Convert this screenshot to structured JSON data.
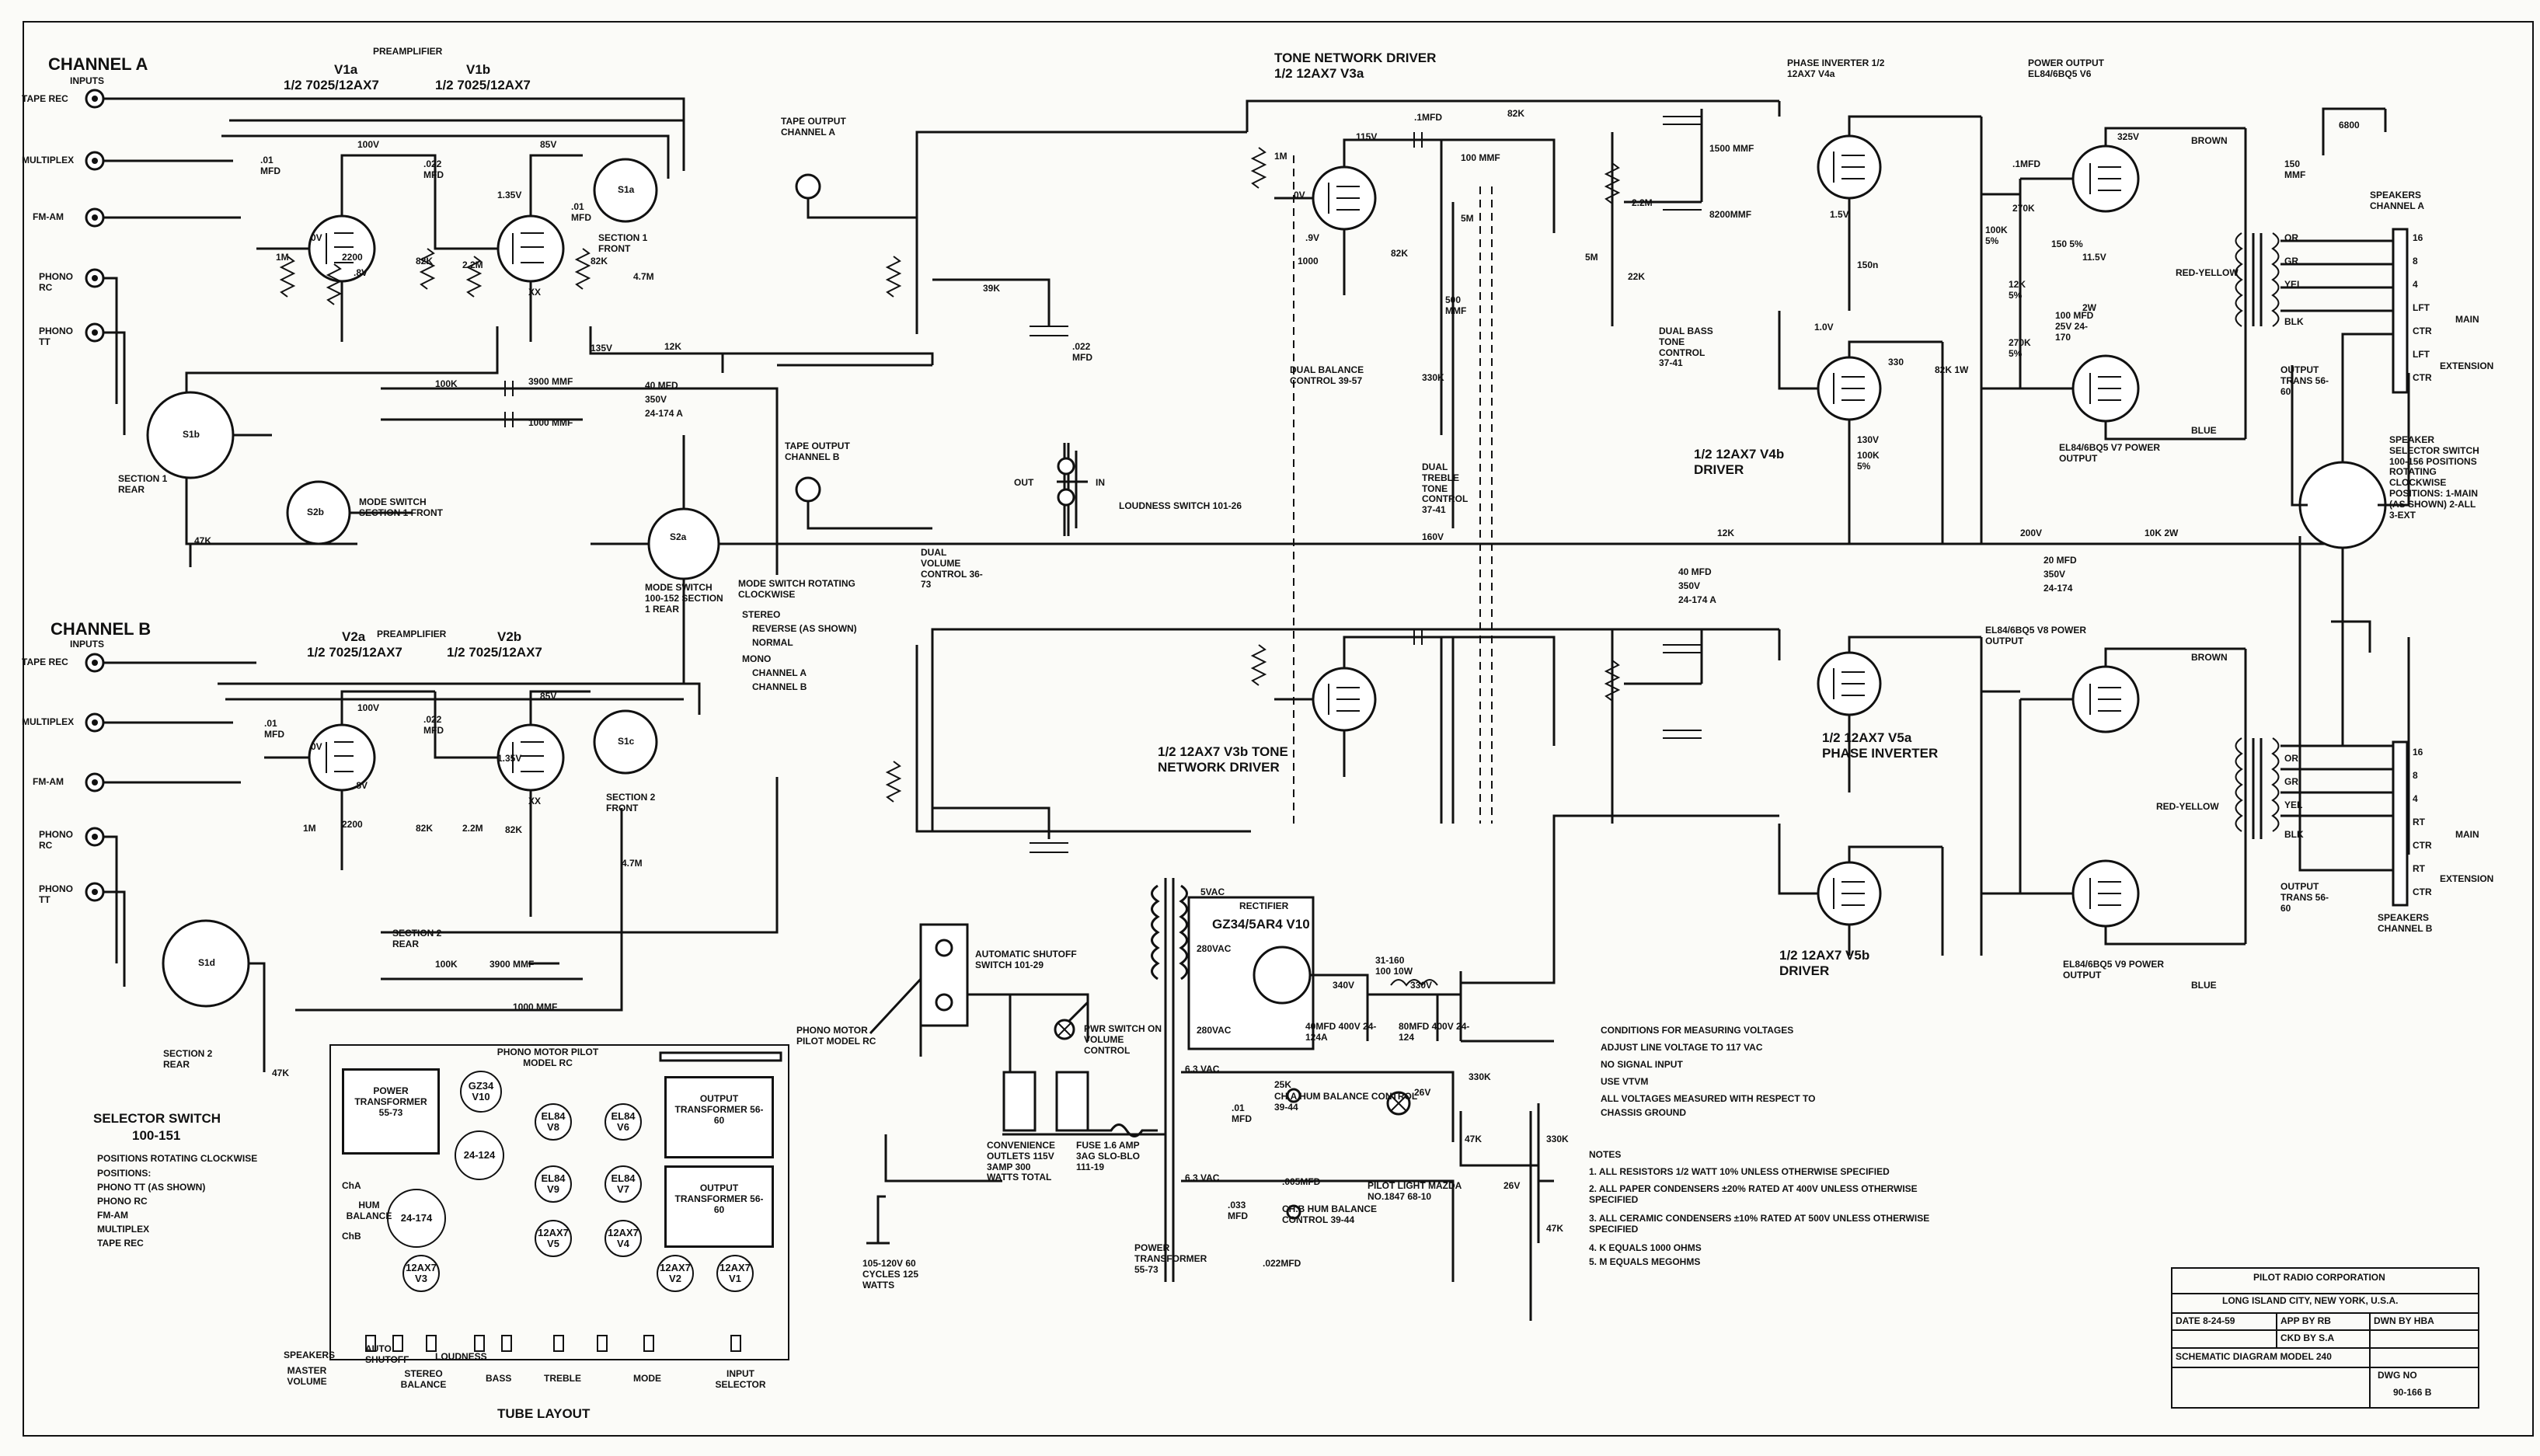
{
  "channel_a": {
    "title": "CHANNEL A",
    "inputs": "INPUTS",
    "input_labels": [
      "TAPE REC",
      "MULTIPLEX",
      "FM-AM",
      "PHONO RC",
      "PHONO TT"
    ],
    "preamp_title": "PREAMPLIFIER",
    "tube_a": "V1a",
    "tube_b": "V1b",
    "tube_a_type": "1/2 7025/12AX7",
    "tube_b_type": "1/2 7025/12AX7",
    "selector_section": "SECTION 1 REAR",
    "selector_id": "S1b",
    "mode_switch": "MODE SWITCH SECTION 1 FRONT",
    "mode_id": "S2b",
    "front_section": "SECTION 1 FRONT",
    "front_id": "S1a",
    "values": [
      "100V",
      "85V",
      ".01 MFD",
      ".022 MFD",
      "1M",
      "2200",
      "82K",
      "2.2M",
      "82K",
      "4.7M",
      "135V",
      "12K",
      "3900 MMF",
      "1000 MMF",
      "100K",
      "47K",
      "40 MFD",
      "350V",
      "24-174 A",
      ".01 MFD",
      "1.35V",
      "0V",
      ".8V",
      "XX"
    ]
  },
  "channel_b": {
    "title": "CHANNEL B",
    "inputs": "INPUTS",
    "input_labels": [
      "TAPE REC",
      "MULTIPLEX",
      "FM-AM",
      "PHONO RC",
      "PHONO TT"
    ],
    "preamp_title": "PREAMPLIFIER",
    "tube_a": "V2a",
    "tube_b": "V2b",
    "tube_a_type": "1/2 7025/12AX7",
    "tube_b_type": "1/2 7025/12AX7",
    "selector_section": "SECTION 2 REAR",
    "selector_id": "S1d",
    "front_section": "SECTION 2 FRONT",
    "front_id": "S1c",
    "rear_section": "SECTION 2 REAR",
    "values": [
      "100V",
      "85V",
      ".01 MFD",
      ".022 MFD",
      "1M",
      "2200",
      "82K",
      "2.2M",
      "82K",
      "4.7M",
      "100K",
      "3900 MMF",
      "1000 MMF",
      "47K",
      "1.35V",
      "0V",
      ".8V",
      "XX"
    ]
  },
  "tape_output_a": "TAPE OUTPUT CHANNEL A",
  "tape_output_b": "TAPE OUTPUT CHANNEL B",
  "dual_volume": "DUAL VOLUME CONTROL 36-73",
  "loudness_switch": "LOUDNESS SWITCH 101-26",
  "loudness_out": "OUT",
  "loudness_in": "IN",
  "mode_switch_block": {
    "id": "S2a",
    "label": "MODE SWITCH 100-152 SECTION 1 REAR",
    "rotation": "MODE SWITCH ROTATING CLOCKWISE",
    "positions": [
      "STEREO",
      "REVERSE (AS SHOWN)",
      "NORMAL",
      "MONO",
      "CHANNEL A",
      "CHANNEL B"
    ]
  },
  "tone_network_driver_a": "TONE NETWORK DRIVER 1/2 12AX7 V3a",
  "tone_network_driver_b": "1/2 12AX7 V3b TONE NETWORK DRIVER",
  "dual_balance": "DUAL BALANCE CONTROL 39-57",
  "dual_treble": "DUAL TREBLE TONE CONTROL 37-41",
  "dual_bass": "DUAL BASS TONE CONTROL 37-41",
  "phase_inverter_a": "PHASE INVERTER 1/2 12AX7 V4a",
  "driver_a": "1/2 12AX7 V4b DRIVER",
  "phase_inverter_b": "1/2 12AX7 V5a PHASE INVERTER",
  "driver_b": "1/2 12AX7 V5b DRIVER",
  "power_output_top": "POWER OUTPUT EL84/6BQ5 V6",
  "power_output_v7": "EL84/6BQ5 V7 POWER OUTPUT",
  "power_output_v8": "EL84/6BQ5 V8 POWER OUTPUT",
  "power_output_v9": "EL84/6BQ5 V9 POWER OUTPUT",
  "output_trans": "OUTPUT TRANS 56-60",
  "wire_colors": [
    "BROWN",
    "RED-YELLOW",
    "BLUE",
    "BLK",
    "OR",
    "GR",
    "YEL"
  ],
  "speakers_a": "SPEAKERS CHANNEL A",
  "speakers_b": "SPEAKERS CHANNEL B",
  "speaker_terminals": [
    "16",
    "8",
    "4",
    "LFT",
    "CTR",
    "LFT",
    "CTR"
  ],
  "speaker_terminals_b": [
    "16",
    "8",
    "4",
    "RT",
    "CTR",
    "RT",
    "CTR"
  ],
  "main_label": "MAIN",
  "extension_label": "EXTENSION",
  "speaker_selector": "SPEAKER SELECTOR SWITCH 100-156 POSITIONS ROTATING CLOCKWISE POSITIONS: 1-MAIN (AS SHOWN) 2-ALL 3-EXT",
  "tone_values": [
    ".1MFD",
    "100 MMF",
    "82K",
    "1500 MMF",
    "5M",
    "2.2M",
    "8200MMF",
    "22K",
    "5M",
    "500 MMF",
    "330K",
    "1M",
    "1000",
    "82K",
    "115V",
    ".9V",
    "0V",
    "39K",
    ".022 MFD",
    "200V",
    "20 MFD",
    "350V",
    "24-174",
    "10K 2W",
    "40 MFD",
    "350V",
    "24-174 A",
    "160V",
    "12K"
  ],
  "output_values": [
    ".1MFD",
    "270K",
    "100K 5%",
    "150 5%",
    "11.5V",
    "12K 5%",
    "100 MFD 25V 24-170",
    "270K 5%",
    "325V",
    "6800",
    "150 MMF",
    "130V",
    "100K 5%",
    "82K 1W",
    "330",
    "1.0V",
    "150n",
    "1.5V",
    "2W"
  ],
  "power_supply": {
    "rectifier": "RECTIFIER",
    "tube": "GZ34/5AR4 V10",
    "vac_5": "5VAC",
    "vac_280a": "280VAC",
    "vac_280b": "280VAC",
    "vac_63a": "6.3 VAC",
    "vac_63b": "6.3 VAC",
    "filter": "40MFD 400V 24-124A",
    "filter2": "80MFD 400V 24-124",
    "choke": "31-160 100 10W",
    "v340": "340V",
    "v330": "330V",
    "hum_a": "CH.A HUM BALANCE CONTROL 39-44",
    "hum_b": "CH.B HUM BALANCE CONTROL 39-44",
    "pilot": "PILOT LIGHT MAZDA NO.1847 68-10",
    "power_transformer": "POWER TRANSFORMER 55-73",
    "automatic_shutoff": "AUTOMATIC SHUTOFF SWITCH 101-29",
    "pwr_switch": "PWR SWITCH ON VOLUME CONTROL",
    "phono_motor": "PHONO MOTOR PILOT MODEL RC",
    "convenience": "CONVENIENCE OUTLETS 115V 3AMP 300 WATTS TOTAL",
    "fuse": "FUSE 1.6 AMP 3AG SLO-BLO 111-19",
    "line": "105-120V 60 CYCLES 125 WATTS",
    "values": [
      "25K",
      ".01 MFD",
      ".005MFD",
      ".033 MFD",
      ".022MFD",
      "26V",
      "26V",
      "330K",
      "47K",
      "330K",
      "47K"
    ]
  },
  "conditions": {
    "title": "CONDITIONS FOR MEASURING VOLTAGES",
    "lines": [
      "ADJUST LINE VOLTAGE TO 117 VAC",
      "NO SIGNAL INPUT",
      "USE VTVM",
      "ALL VOLTAGES MEASURED WITH RESPECT TO",
      "CHASSIS GROUND"
    ]
  },
  "notes": {
    "title": "NOTES",
    "lines": [
      "1. ALL RESISTORS 1/2 WATT 10% UNLESS OTHERWISE SPECIFIED",
      "2. ALL PAPER CONDENSERS ±20% RATED AT 400V UNLESS OTHERWISE SPECIFIED",
      "3. ALL CERAMIC CONDENSERS ±10% RATED AT 500V UNLESS OTHERWISE SPECIFIED",
      "4. K EQUALS 1000 OHMS",
      "5. M EQUALS MEGOHMS"
    ]
  },
  "selector_switch": {
    "title": "SELECTOR SWITCH",
    "part": "100-151",
    "lines": [
      "POSITIONS ROTATING CLOCKWISE",
      "POSITIONS:",
      "PHONO TT (AS SHOWN)",
      "PHONO RC",
      "FM-AM",
      "MULTIPLEX",
      "TAPE REC"
    ]
  },
  "tube_layout": {
    "title": "TUBE LAYOUT",
    "header": "PHONO MOTOR PILOT MODEL RC",
    "power_transformer": "POWER TRANSFORMER 55-73",
    "output_transformer_1": "OUTPUT TRANSFORMER 56-60",
    "output_transformer_2": "OUTPUT TRANSFORMER 56-60",
    "tubes": [
      "GZ34 V10",
      "EL84 V8",
      "EL84 V6",
      "24-124",
      "EL84 V9",
      "EL84 V7",
      "24-174",
      "12AX7 V5",
      "12AX7 V4",
      "12AX7 V3",
      "12AX7 V2",
      "12AX7 V1"
    ],
    "hum_balance": "HUM BALANCE",
    "cha": "ChA",
    "chb": "ChB",
    "controls": [
      "SPEAKERS",
      "AUTO SHUTOFF",
      "LOUDNESS",
      "MASTER VOLUME",
      "STEREO BALANCE",
      "BASS",
      "TREBLE",
      "MODE",
      "INPUT SELECTOR"
    ]
  },
  "title_block": {
    "company": "PILOT RADIO CORPORATION",
    "address": "LONG ISLAND CITY, NEW YORK, U.S.A.",
    "date": "DATE 8-24-59",
    "app_by": "APP BY RB",
    "dwn_by": "DWN BY HBA",
    "ckd_by": "CKD BY S.A",
    "title": "SCHEMATIC DIAGRAM MODEL 240",
    "dwg_label": "DWG NO",
    "dwg_no": "90-166 B"
  }
}
